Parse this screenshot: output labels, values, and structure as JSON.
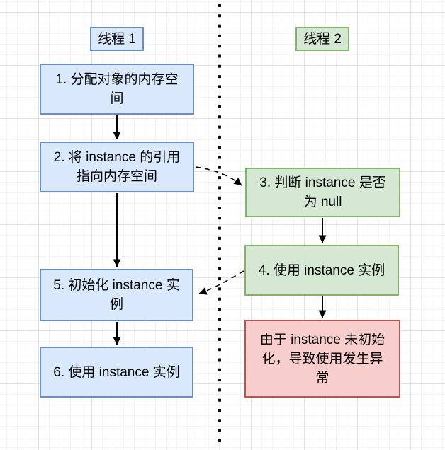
{
  "diagram": {
    "lanes": {
      "thread1": {
        "label": "线程 1"
      },
      "thread2": {
        "label": "线程 2"
      }
    },
    "nodes": {
      "step1": {
        "text": "1. 分配对象的内存空间",
        "lane": "thread1",
        "color": "blue"
      },
      "step2": {
        "text": "2. 将 instance 的引用指向内存空间",
        "lane": "thread1",
        "color": "blue"
      },
      "step5": {
        "text": "5. 初始化 instance 实例",
        "lane": "thread1",
        "color": "blue"
      },
      "step6": {
        "text": "6. 使用 instance 实例",
        "lane": "thread1",
        "color": "blue"
      },
      "step3": {
        "text": "3. 判断 instance 是否为 null",
        "lane": "thread2",
        "color": "green"
      },
      "step4": {
        "text": "4. 使用 instance 实例",
        "lane": "thread2",
        "color": "green"
      },
      "error": {
        "text": "由于 instance 未初始化，导致使用发生异常",
        "lane": "thread2",
        "color": "red"
      }
    },
    "edges": [
      {
        "from": "step1",
        "to": "step2",
        "style": "solid"
      },
      {
        "from": "step2",
        "to": "step5",
        "style": "solid"
      },
      {
        "from": "step5",
        "to": "step6",
        "style": "solid"
      },
      {
        "from": "step3",
        "to": "step4",
        "style": "solid"
      },
      {
        "from": "step4",
        "to": "error",
        "style": "solid"
      },
      {
        "from": "step2",
        "to": "step3",
        "style": "dashed"
      },
      {
        "from": "step4",
        "to": "step5",
        "style": "dashed"
      }
    ],
    "colors": {
      "blue_fill": "#dae8fc",
      "blue_border": "#6c8ebf",
      "green_fill": "#d5e8d4",
      "green_border": "#82b366",
      "red_fill": "#f8cecc",
      "red_border": "#b85450",
      "arrow": "#000000",
      "text": "#000000",
      "grid_minor": "#f4f4f4",
      "grid_major": "#e2e2e2"
    }
  }
}
